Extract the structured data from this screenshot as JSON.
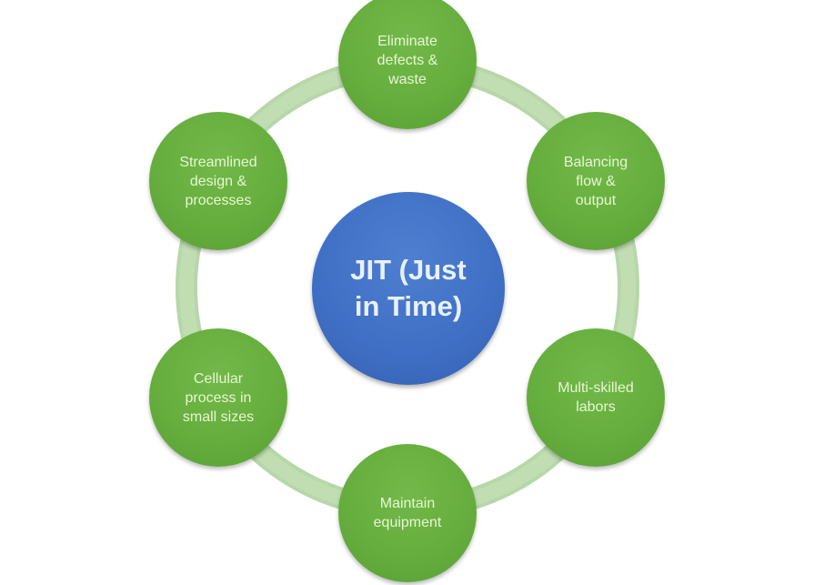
{
  "diagram": {
    "type": "hub-and-ring",
    "center": {
      "label": "JIT (Just in Time)",
      "line1": "JIT (Just",
      "line2": "in Time)",
      "color": "#3f6fc4"
    },
    "ring_color": "#b5d6a5",
    "node_color": "#66ae3e",
    "nodes": [
      {
        "id": "top",
        "lines": [
          "Eliminate",
          "defects &",
          "waste"
        ]
      },
      {
        "id": "upper-right",
        "lines": [
          "Balancing",
          "flow &",
          "output"
        ]
      },
      {
        "id": "lower-right",
        "lines": [
          "Multi-skilled",
          "labors"
        ]
      },
      {
        "id": "bottom",
        "lines": [
          "Maintain",
          "equipment"
        ]
      },
      {
        "id": "lower-left",
        "lines": [
          "Cellular",
          "process in",
          "small sizes"
        ]
      },
      {
        "id": "upper-left",
        "lines": [
          "Streamlined",
          "design &",
          "processes"
        ]
      }
    ]
  }
}
